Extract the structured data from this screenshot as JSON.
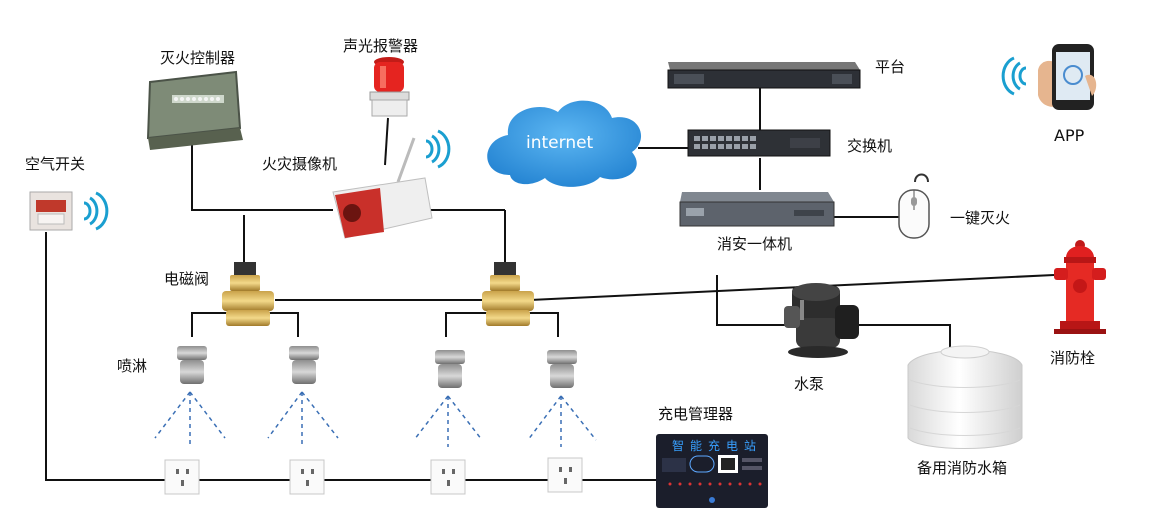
{
  "labels": {
    "fire_controller": "灭火控制器",
    "alarm": "声光报警器",
    "platform": "平台",
    "app": "APP",
    "air_switch": "空气开关",
    "fire_camera": "火灾摄像机",
    "internet": "internet",
    "switch": "交换机",
    "fire_unit": "消安一体机",
    "one_key": "一键灭火",
    "solenoid": "电磁阀",
    "sprinkler": "喷淋",
    "pump": "水泵",
    "hydrant": "消防栓",
    "tank": "备用消防水箱",
    "charge_mgr": "充电管理器",
    "charge_panel": "智能充电站"
  },
  "colors": {
    "line": "#111111",
    "spray": "#3a6fb5",
    "cloud": "#2f93e0",
    "alarm_red": "#e52420",
    "hydrant_red": "#e02020",
    "wifi": "#1a9fd0"
  }
}
